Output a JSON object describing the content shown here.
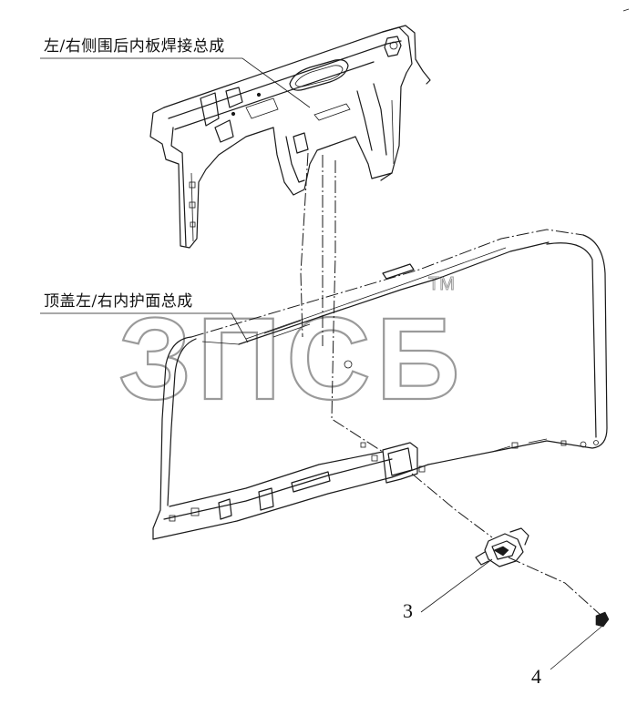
{
  "callouts": {
    "rear_inner_panel": "左/右侧围后内板焊接总成",
    "roof_trim_panel": "顶盖左/右内护面总成",
    "part_3": "3",
    "part_4": "4"
  },
  "watermark": {
    "text": "ЗПСБ",
    "tm": "TM",
    "color": "#9a9a9a"
  },
  "colors": {
    "ink": "#1a1a1a",
    "background": "#ffffff"
  }
}
